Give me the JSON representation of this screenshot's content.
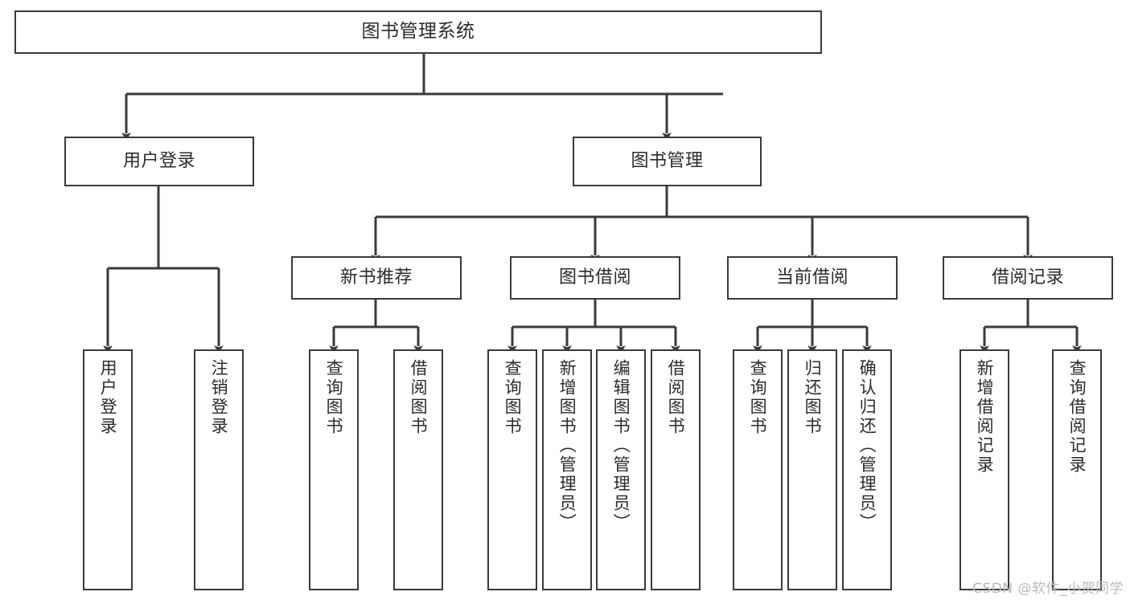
{
  "diagram": {
    "title": "图书管理系统",
    "type": "hierarchy-tree",
    "orientation": "top-down",
    "colors": {
      "stroke": "#3a3a3a",
      "fill": "#ffffff",
      "text": "#2b2b2b",
      "watermark": "#b9b9b9"
    },
    "levels": [
      {
        "level": 1,
        "nodes": [
          {
            "id": "root",
            "label": "图书管理系统",
            "text_direction": "horizontal"
          }
        ]
      },
      {
        "level": 2,
        "nodes": [
          {
            "id": "n-user-login",
            "label": "用户登录",
            "text_direction": "horizontal",
            "parent": "root"
          },
          {
            "id": "n-book-admin",
            "label": "图书管理",
            "text_direction": "horizontal",
            "parent": "root"
          }
        ]
      },
      {
        "level": 3,
        "nodes": [
          {
            "id": "n-new-book-rec",
            "label": "新书推荐",
            "text_direction": "horizontal",
            "parent": "n-book-admin"
          },
          {
            "id": "n-book-borrow",
            "label": "图书借阅",
            "text_direction": "horizontal",
            "parent": "n-book-admin"
          },
          {
            "id": "n-current-borrow",
            "label": "当前借阅",
            "text_direction": "horizontal",
            "parent": "n-book-admin"
          },
          {
            "id": "n-borrow-record",
            "label": "借阅记录",
            "text_direction": "horizontal",
            "parent": "n-book-admin"
          }
        ]
      },
      {
        "level": 4,
        "nodes": [
          {
            "id": "l-user-login",
            "label": "用户登录",
            "text_direction": "vertical",
            "parent": "n-user-login"
          },
          {
            "id": "l-user-logout",
            "label": "注销登录",
            "text_direction": "vertical",
            "parent": "n-user-login"
          },
          {
            "id": "l-query-book-1",
            "label": "查询图书",
            "text_direction": "vertical",
            "parent": "n-new-book-rec"
          },
          {
            "id": "l-borrow-book-1",
            "label": "借阅图书",
            "text_direction": "vertical",
            "parent": "n-new-book-rec"
          },
          {
            "id": "l-query-book-2",
            "label": "查询图书",
            "text_direction": "vertical",
            "parent": "n-book-borrow"
          },
          {
            "id": "l-add-book",
            "label": "新增图书（管理员）",
            "text_direction": "vertical",
            "parent": "n-book-borrow"
          },
          {
            "id": "l-edit-book",
            "label": "编辑图书（管理员）",
            "text_direction": "vertical",
            "parent": "n-book-borrow"
          },
          {
            "id": "l-borrow-book-2",
            "label": "借阅图书",
            "text_direction": "vertical",
            "parent": "n-book-borrow"
          },
          {
            "id": "l-query-book-3",
            "label": "查询图书",
            "text_direction": "vertical",
            "parent": "n-current-borrow"
          },
          {
            "id": "l-return-book",
            "label": "归还图书",
            "text_direction": "vertical",
            "parent": "n-current-borrow"
          },
          {
            "id": "l-confirm-return",
            "label": "确认归还（管理员）",
            "text_direction": "vertical",
            "parent": "n-current-borrow"
          },
          {
            "id": "l-add-record",
            "label": "新增借阅记录",
            "text_direction": "vertical",
            "parent": "n-borrow-record"
          },
          {
            "id": "l-query-record",
            "label": "查询借阅记录",
            "text_direction": "vertical",
            "parent": "n-borrow-record"
          }
        ]
      }
    ]
  },
  "watermark": {
    "text": "CSDN @软件_小贺同学"
  }
}
